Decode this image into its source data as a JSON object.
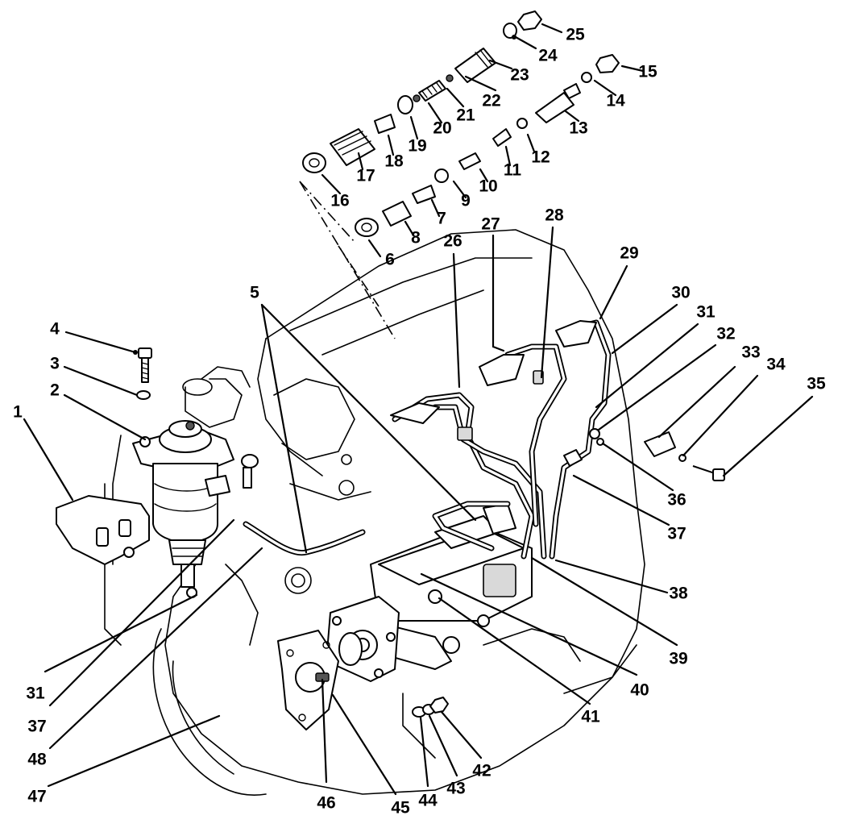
{
  "callouts": [
    {
      "id": "1",
      "text": "1"
    },
    {
      "id": "2",
      "text": "2"
    },
    {
      "id": "3",
      "text": "3"
    },
    {
      "id": "4",
      "text": "4"
    },
    {
      "id": "5",
      "text": "5"
    },
    {
      "id": "6",
      "text": "6"
    },
    {
      "id": "7",
      "text": "7"
    },
    {
      "id": "8",
      "text": "8"
    },
    {
      "id": "9",
      "text": "9"
    },
    {
      "id": "10",
      "text": "10"
    },
    {
      "id": "11",
      "text": "11"
    },
    {
      "id": "12",
      "text": "12"
    },
    {
      "id": "13",
      "text": "13"
    },
    {
      "id": "14",
      "text": "14"
    },
    {
      "id": "15",
      "text": "15"
    },
    {
      "id": "16",
      "text": "16"
    },
    {
      "id": "17",
      "text": "17"
    },
    {
      "id": "18",
      "text": "18"
    },
    {
      "id": "19",
      "text": "19"
    },
    {
      "id": "20",
      "text": "20"
    },
    {
      "id": "21",
      "text": "21"
    },
    {
      "id": "22",
      "text": "22"
    },
    {
      "id": "23",
      "text": "23"
    },
    {
      "id": "24",
      "text": "24"
    },
    {
      "id": "25",
      "text": "25"
    },
    {
      "id": "26",
      "text": "26"
    },
    {
      "id": "27",
      "text": "27"
    },
    {
      "id": "28",
      "text": "28"
    },
    {
      "id": "29",
      "text": "29"
    },
    {
      "id": "30",
      "text": "30"
    },
    {
      "id": "31a",
      "text": "31"
    },
    {
      "id": "32",
      "text": "32"
    },
    {
      "id": "33",
      "text": "33"
    },
    {
      "id": "34",
      "text": "34"
    },
    {
      "id": "35",
      "text": "35"
    },
    {
      "id": "36",
      "text": "36"
    },
    {
      "id": "37a",
      "text": "37"
    },
    {
      "id": "38",
      "text": "38"
    },
    {
      "id": "39",
      "text": "39"
    },
    {
      "id": "40",
      "text": "40"
    },
    {
      "id": "41",
      "text": "41"
    },
    {
      "id": "42",
      "text": "42"
    },
    {
      "id": "43",
      "text": "43"
    },
    {
      "id": "44",
      "text": "44"
    },
    {
      "id": "45",
      "text": "45"
    },
    {
      "id": "46",
      "text": "46"
    },
    {
      "id": "47",
      "text": "47"
    },
    {
      "id": "48",
      "text": "48"
    },
    {
      "id": "31b",
      "text": "31"
    },
    {
      "id": "37b",
      "text": "37"
    }
  ]
}
